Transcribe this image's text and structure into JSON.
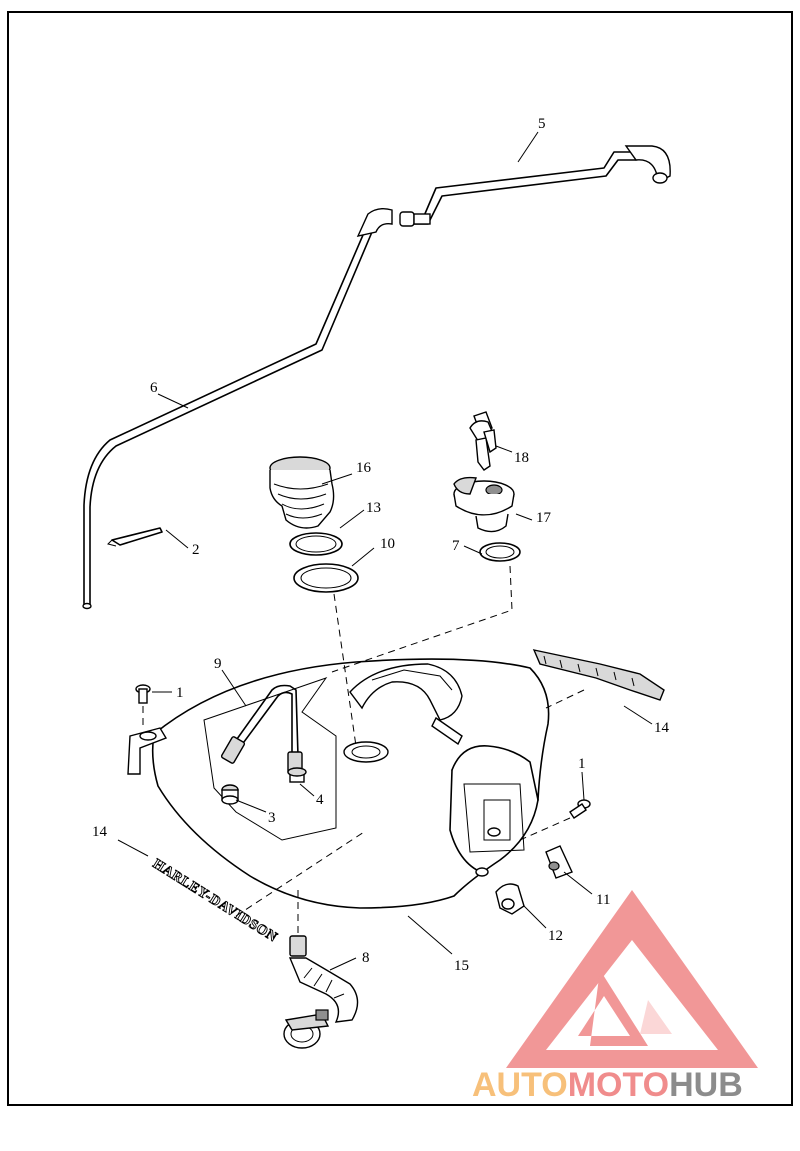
{
  "diagram": {
    "callouts": [
      {
        "id": "c5",
        "label": "5"
      },
      {
        "id": "c6",
        "label": "6"
      },
      {
        "id": "c18",
        "label": "18"
      },
      {
        "id": "c16",
        "label": "16"
      },
      {
        "id": "c13",
        "label": "13"
      },
      {
        "id": "c17",
        "label": "17"
      },
      {
        "id": "c2",
        "label": "2"
      },
      {
        "id": "c10",
        "label": "10"
      },
      {
        "id": "c7",
        "label": "7"
      },
      {
        "id": "c9",
        "label": "9"
      },
      {
        "id": "c1a",
        "label": "1"
      },
      {
        "id": "c14a",
        "label": "14"
      },
      {
        "id": "c1b",
        "label": "1"
      },
      {
        "id": "c4",
        "label": "4"
      },
      {
        "id": "c3",
        "label": "3"
      },
      {
        "id": "c14b",
        "label": "14"
      },
      {
        "id": "c11",
        "label": "11"
      },
      {
        "id": "c12",
        "label": "12"
      },
      {
        "id": "c8",
        "label": "8"
      },
      {
        "id": "c15",
        "label": "15"
      }
    ],
    "emblem_text": "HARLEY-DAVIDSON"
  },
  "watermark": {
    "part1": "AUTO",
    "part2": "MOTO",
    "part3": "HUB",
    "colors": {
      "auto": "#f7c07a",
      "moto": "#f08c8c",
      "hub": "#8c8c8c",
      "triangle": "#f08c8c"
    }
  }
}
